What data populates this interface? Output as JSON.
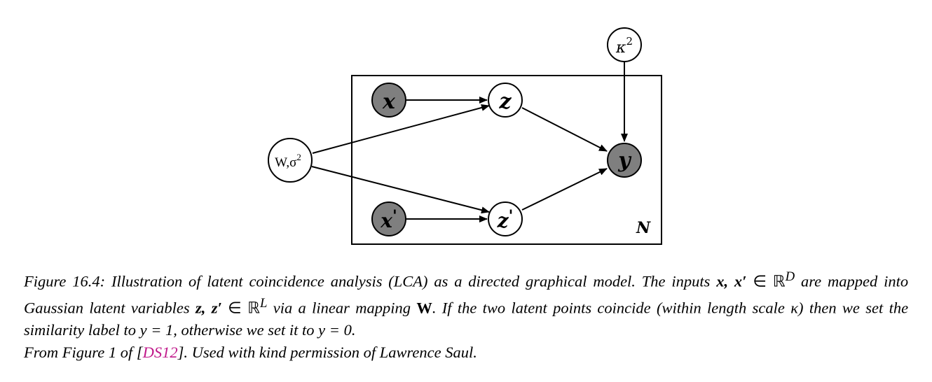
{
  "diagram": {
    "plate_label": "N",
    "nodes": {
      "kappa2": {
        "base": "κ",
        "sup": "2",
        "observed": false
      },
      "x": {
        "base": "x",
        "sup": "",
        "observed": true
      },
      "z": {
        "base": "z",
        "sup": "",
        "observed": false
      },
      "y": {
        "base": "y",
        "sup": "",
        "observed": true
      },
      "W_sigma2": {
        "base": "W,σ",
        "sup": "2",
        "observed": false
      },
      "x_prime": {
        "base": "x",
        "sup": "'",
        "observed": true
      },
      "z_prime": {
        "base": "z",
        "sup": "'",
        "observed": false
      }
    },
    "edges": [
      {
        "from": "x",
        "to": "z"
      },
      {
        "from": "W_sigma2",
        "to": "z"
      },
      {
        "from": "W_sigma2",
        "to": "z_prime"
      },
      {
        "from": "x_prime",
        "to": "z_prime"
      },
      {
        "from": "z",
        "to": "y"
      },
      {
        "from": "z_prime",
        "to": "y"
      },
      {
        "from": "kappa2",
        "to": "y"
      }
    ],
    "colors": {
      "observed_fill": "#7f7f7f",
      "latent_fill": "#ffffff",
      "stroke": "#000000"
    }
  },
  "caption": {
    "figure_label": "Figure 16.4:",
    "part1": "Illustration of latent coincidence analysis (LCA) as a directed graphical model. The inputs",
    "inputs_math": "x, x′",
    "in_symbol": "∈",
    "real_symbol": "ℝ",
    "inputs_dim": "D",
    "part2": "are mapped into Gaussian latent variables",
    "latents_math": "z, z′",
    "latents_dim": "L",
    "part3": "via a linear mapping",
    "mapping_math": "W",
    "part4": ". If the two latent points coincide (within length scale",
    "kappa": "κ",
    "part5": ") then we set the similarity label to",
    "y_eq_1": "y = 1",
    "part6": ", otherwise we set it to",
    "y_eq_0": "y = 0",
    "part7": ".",
    "part8": "From Figure 1 of [",
    "ref": "DS12",
    "part9": "]. Used with kind permission of Lawrence Saul."
  }
}
